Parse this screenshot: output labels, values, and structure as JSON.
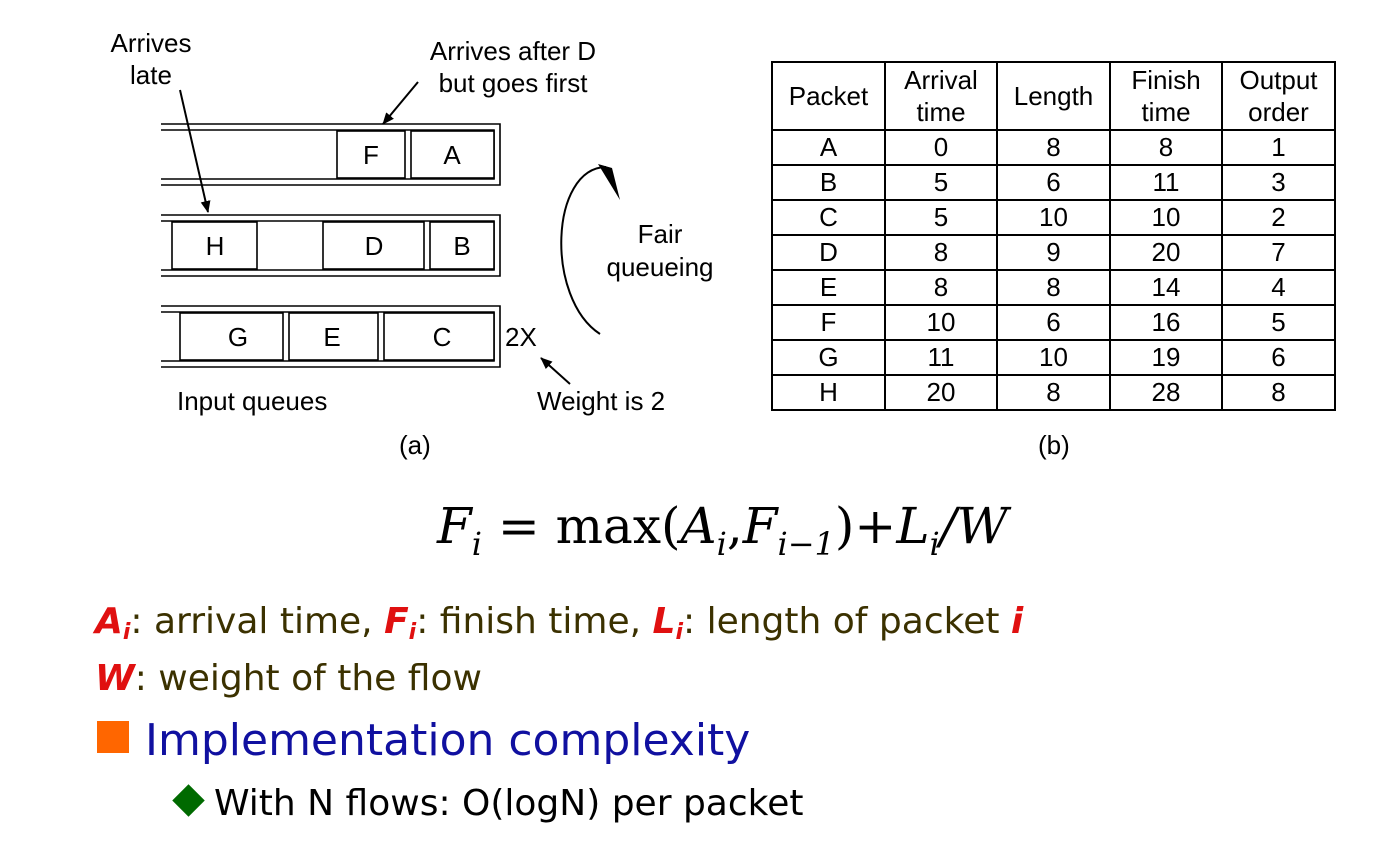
{
  "diagram_a": {
    "labels": {
      "arrives_late_line1": "Arrives",
      "arrives_late_line2": "late",
      "arrives_after_line1": "Arrives after D",
      "arrives_after_line2": "but goes first",
      "fair_line1": "Fair",
      "fair_line2": "queueing",
      "weight_mark": "2X",
      "weight_label": "Weight is 2",
      "input_queues": "Input queues"
    },
    "queues": [
      {
        "packets": [
          "F",
          "A"
        ]
      },
      {
        "packets": [
          "H",
          "D",
          "B"
        ]
      },
      {
        "packets": [
          "G",
          "E",
          "C"
        ]
      }
    ],
    "caption": "(a)"
  },
  "table_b": {
    "headers": [
      [
        "Packet"
      ],
      [
        "Arrival",
        "time"
      ],
      [
        "Length"
      ],
      [
        "Finish",
        "time"
      ],
      [
        "Output",
        "order"
      ]
    ],
    "rows": [
      [
        "A",
        "0",
        "8",
        "8",
        "1"
      ],
      [
        "B",
        "5",
        "6",
        "11",
        "3"
      ],
      [
        "C",
        "5",
        "10",
        "10",
        "2"
      ],
      [
        "D",
        "8",
        "9",
        "20",
        "7"
      ],
      [
        "E",
        "8",
        "8",
        "14",
        "4"
      ],
      [
        "F",
        "10",
        "6",
        "16",
        "5"
      ],
      [
        "G",
        "11",
        "10",
        "19",
        "6"
      ],
      [
        "H",
        "20",
        "8",
        "28",
        "8"
      ]
    ],
    "caption": "(b)"
  },
  "formula": {
    "F": "F",
    "i": "i",
    "eq": " = max(",
    "A": "A",
    "comma": ",",
    "F2": "F",
    "i_minus_1": "i−1",
    "close_plus": ")+",
    "L": "L",
    "i3": "i",
    "div_w": "/W"
  },
  "definitions": {
    "line1": {
      "a_var": "A",
      "a_sub": "i",
      "a_text": ": arrival time, ",
      "f_var": "F",
      "f_sub": "i",
      "f_text": ": finish time, ",
      "l_var": "L",
      "l_sub": "i",
      "l_text": ": length of packet ",
      "i_var": "i"
    },
    "line2": {
      "w_var": "W",
      "w_text": ": weight of the flow"
    }
  },
  "bullets": {
    "level1": "Implementation complexity",
    "level2": "With N flows: O(logN) per packet"
  },
  "colors": {
    "variable_red": "#e01010",
    "definition_text": "#3b3100",
    "heading_blue": "#1010a0",
    "square_bullet_orange": "#ff6600",
    "diamond_bullet_green": "#006a00"
  }
}
